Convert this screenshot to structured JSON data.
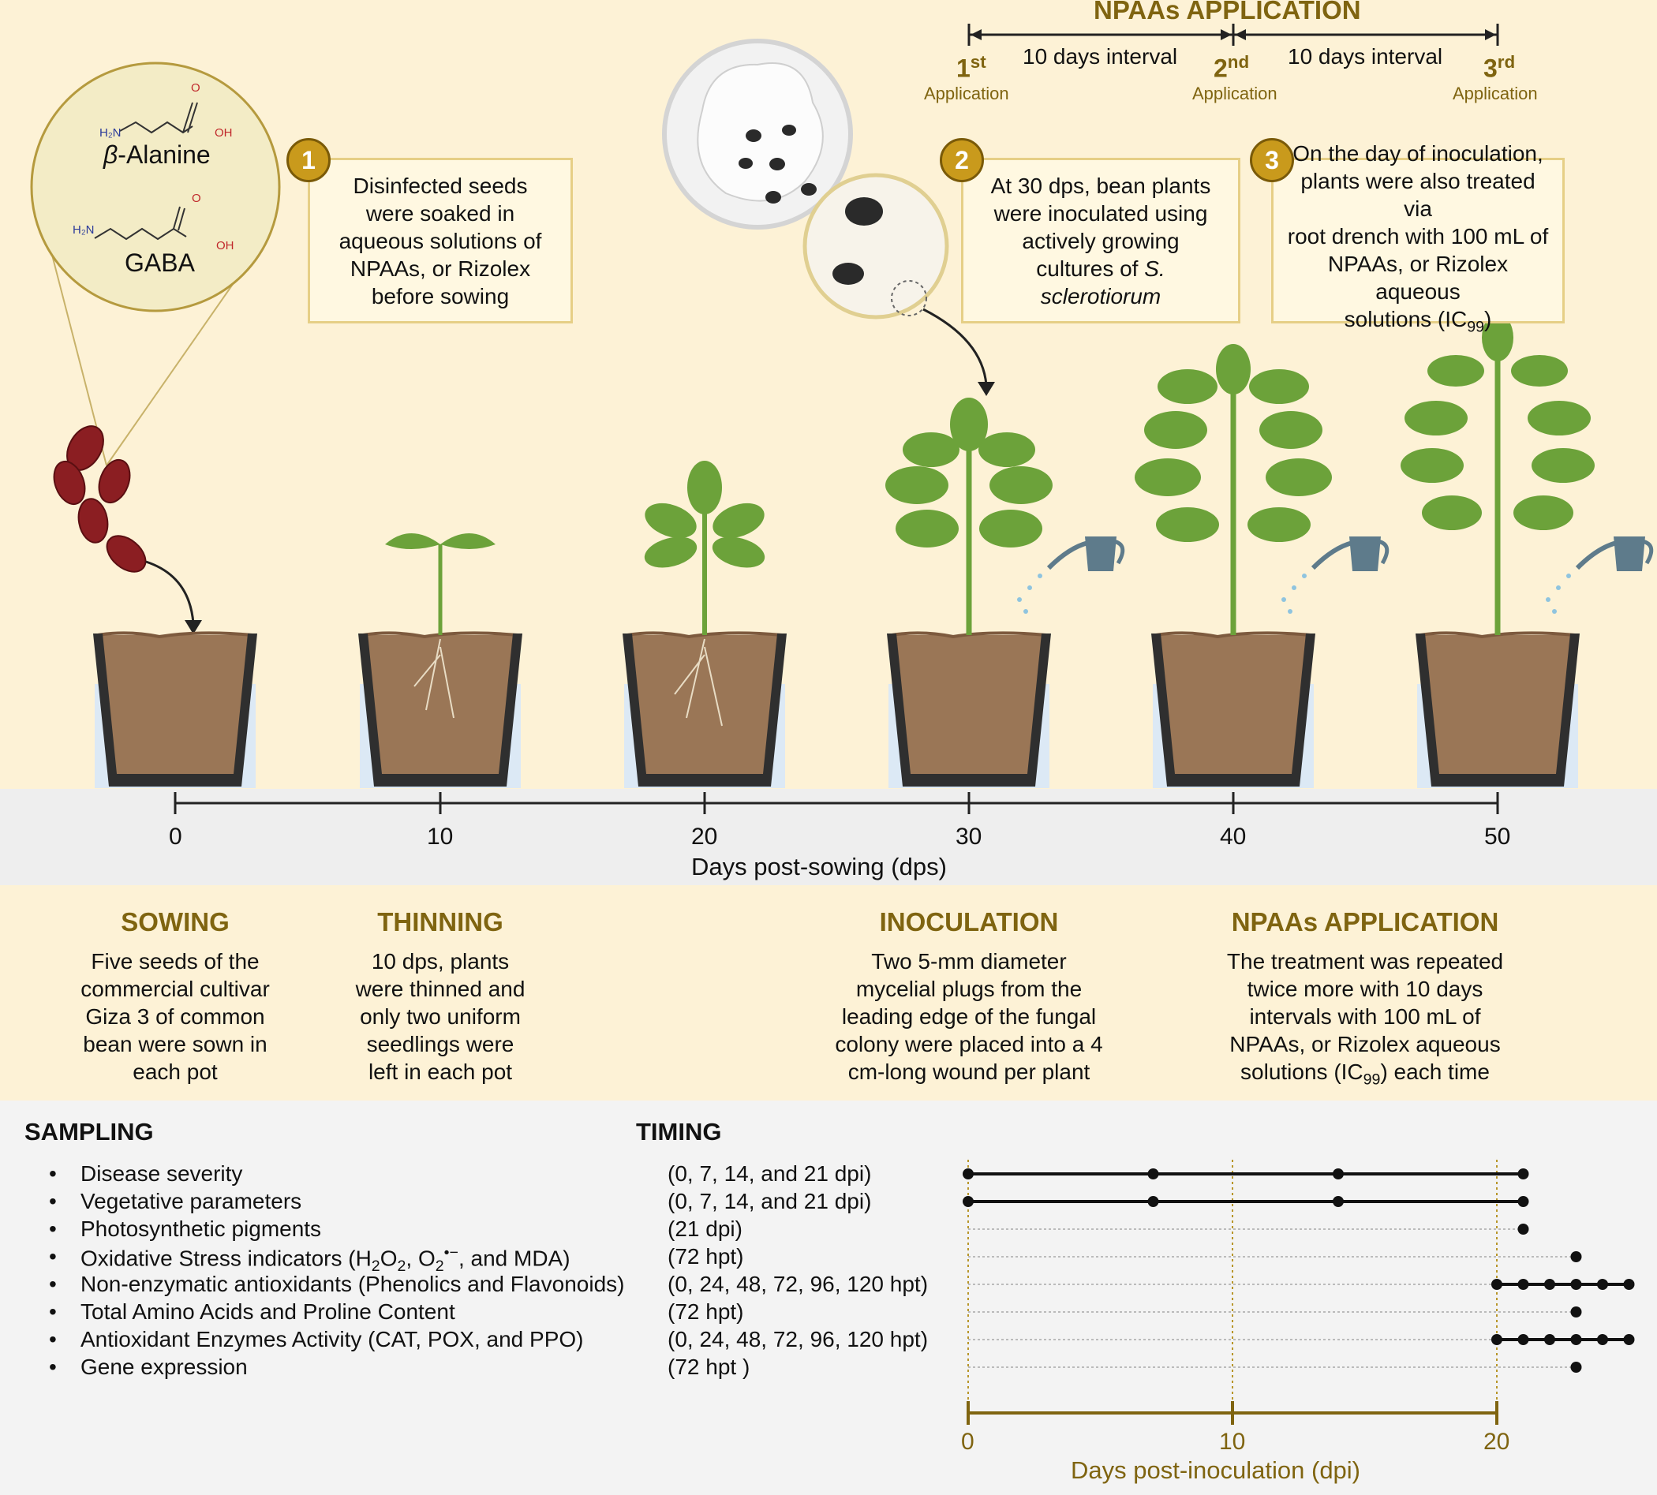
{
  "colors": {
    "cream": "#fdf2d6",
    "gray": "#eeeeee",
    "gold": "#7f6410",
    "badge": "#c99a1c",
    "box_border": "#e6cf86",
    "water": "#dce9f5",
    "soil": "#9a7656",
    "leaf": "#6ca23a"
  },
  "npaas_application": {
    "title": "NPAAs APPLICATION",
    "interval_1": "10 days interval",
    "interval_2": "10 days interval",
    "app1_num": "1",
    "app1_sup": "st",
    "app2_num": "2",
    "app2_sup": "nd",
    "app3_num": "3",
    "app3_sup": "rd",
    "app_word": "Application"
  },
  "molecules": {
    "beta_prefix": "β",
    "beta_name": "-Alanine",
    "gaba_name": "GABA",
    "h2n": "H₂N",
    "oh": "OH",
    "o": "O"
  },
  "steps": [
    {
      "num": "1",
      "lines": [
        "Disinfected seeds",
        "were soaked in",
        "aqueous solutions of",
        "NPAAs, or Rizolex",
        "before sowing"
      ]
    },
    {
      "num": "2",
      "lines": [
        "At 30 dps, bean plants",
        "were inoculated using",
        "actively growing"
      ],
      "line4": "cultures of ",
      "line4_italic": "S.",
      "line5_italic": "sclerotiorum"
    },
    {
      "num": "3",
      "lines": [
        "On the day of inoculation,",
        "plants were also treated via",
        "root drench with 100 mL of",
        "NPAAs, or Rizolex aqueous"
      ],
      "line5_a": "solutions (IC",
      "line5_sub": "99",
      "line5_b": ")"
    }
  ],
  "dps_axis": {
    "ticks": [
      "0",
      "10",
      "20",
      "30",
      "40",
      "50"
    ],
    "label": "Days post-sowing (dps)"
  },
  "stages": [
    {
      "title": "SOWING",
      "lines": [
        "Five seeds of the",
        "commercial cultivar",
        "Giza 3 of common",
        "bean were sown in",
        "each pot"
      ]
    },
    {
      "title": "THINNING",
      "lines": [
        "10 dps, plants",
        "were thinned and",
        "only two uniform",
        "seedlings were",
        "left in each pot"
      ]
    },
    {
      "title": "INOCULATION",
      "lines": [
        "Two 5-mm diameter",
        "mycelial plugs from the",
        "leading edge of the fungal",
        "colony were placed into a 4",
        "cm-long wound per plant"
      ]
    },
    {
      "title": "NPAAs APPLICATION",
      "lines": [
        "The treatment was repeated",
        "twice more with 10 days",
        "intervals with 100 mL of",
        "NPAAs, or Rizolex aqueous"
      ],
      "last_a": "solutions (IC",
      "last_sub": "99",
      "last_b": ") each time"
    }
  ],
  "sampling": {
    "heading": "SAMPLING",
    "timing_heading": "TIMING",
    "bullet": "•",
    "rows": [
      {
        "item": "Disease severity",
        "timing": "(0, 7, 14, and 21 dpi)"
      },
      {
        "item": "Vegetative parameters",
        "timing": "(0, 7, 14, and 21 dpi)"
      },
      {
        "item": "Photosynthetic pigments",
        "timing": "(21 dpi)"
      },
      {
        "item_a": "Oxidative Stress indicators (H",
        "item_sub1": "2",
        "item_b": "O",
        "item_sub2": "2",
        "item_c": ", O",
        "item_sub3": "2",
        "item_sup3": "•−",
        "item_d": ", and MDA)",
        "timing": "(72 hpt)"
      },
      {
        "item": "Non-enzymatic antioxidants (Phenolics and Flavonoids)",
        "timing": "(0, 24, 48, 72, 96, 120 hpt)"
      },
      {
        "item": "Total Amino Acids and Proline Content",
        "timing": "(72 hpt)"
      },
      {
        "item": "Antioxidant Enzymes Activity (CAT, POX, and PPO)",
        "timing": "(0, 24, 48, 72, 96, 120 hpt)"
      },
      {
        "item": "Gene expression",
        "timing": "(72 hpt )"
      }
    ]
  },
  "dpi_axis": {
    "ticks": [
      "0",
      "10",
      "20"
    ],
    "label": "Days post-inoculation (dpi)"
  },
  "timeline_points": [
    {
      "row": 0,
      "dpi": [
        0,
        7,
        14,
        21
      ],
      "line": true
    },
    {
      "row": 1,
      "dpi": [
        0,
        7,
        14,
        21
      ],
      "line": true
    },
    {
      "row": 2,
      "dpi": [
        21
      ],
      "line": false
    },
    {
      "row": 3,
      "dpi": [
        23
      ],
      "line": false
    },
    {
      "row": 4,
      "dpi": [
        20,
        21,
        22,
        23,
        24,
        25
      ],
      "line": true
    },
    {
      "row": 5,
      "dpi": [
        23
      ],
      "line": false
    },
    {
      "row": 6,
      "dpi": [
        20,
        21,
        22,
        23,
        24,
        25
      ],
      "line": true
    },
    {
      "row": 7,
      "dpi": [
        23
      ],
      "line": false
    }
  ]
}
